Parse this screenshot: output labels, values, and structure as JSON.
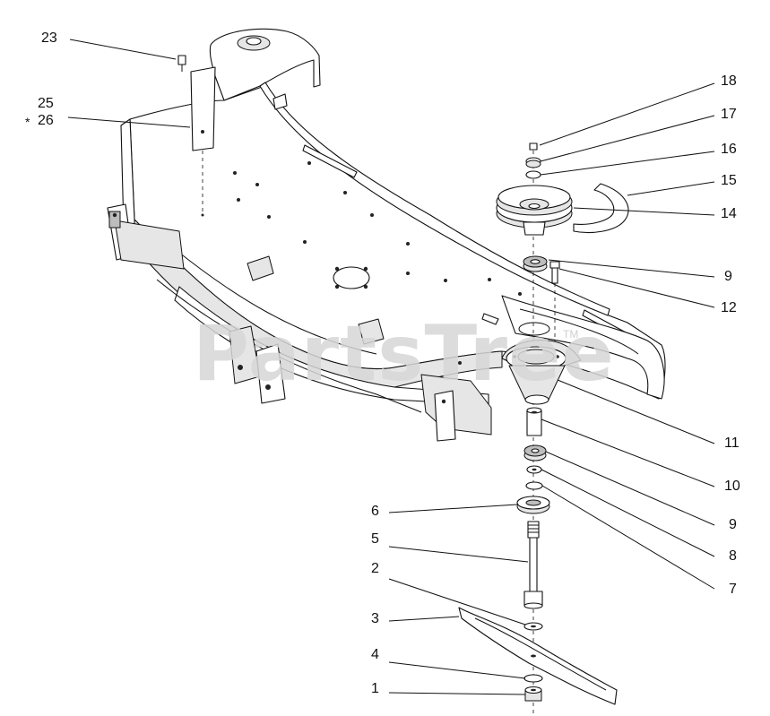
{
  "watermark": {
    "text": "PartsTree",
    "tm": "TM"
  },
  "callouts": [
    {
      "id": "c23",
      "label": "23"
    },
    {
      "id": "c25",
      "label": "25"
    },
    {
      "id": "c26",
      "label": "26",
      "marker": "*"
    },
    {
      "id": "c18",
      "label": "18"
    },
    {
      "id": "c17",
      "label": "17"
    },
    {
      "id": "c16",
      "label": "16"
    },
    {
      "id": "c15",
      "label": "15"
    },
    {
      "id": "c14",
      "label": "14"
    },
    {
      "id": "c9a",
      "label": "9"
    },
    {
      "id": "c12",
      "label": "12"
    },
    {
      "id": "c11",
      "label": "11"
    },
    {
      "id": "c10",
      "label": "10"
    },
    {
      "id": "c9b",
      "label": "9"
    },
    {
      "id": "c8",
      "label": "8"
    },
    {
      "id": "c7",
      "label": "7"
    },
    {
      "id": "c6",
      "label": "6"
    },
    {
      "id": "c5",
      "label": "5"
    },
    {
      "id": "c2",
      "label": "2"
    },
    {
      "id": "c3",
      "label": "3"
    },
    {
      "id": "c4",
      "label": "4"
    },
    {
      "id": "c1",
      "label": "1"
    }
  ],
  "colors": {
    "line": "#111111",
    "watermark": "#d7d7d7",
    "background": "#ffffff"
  }
}
